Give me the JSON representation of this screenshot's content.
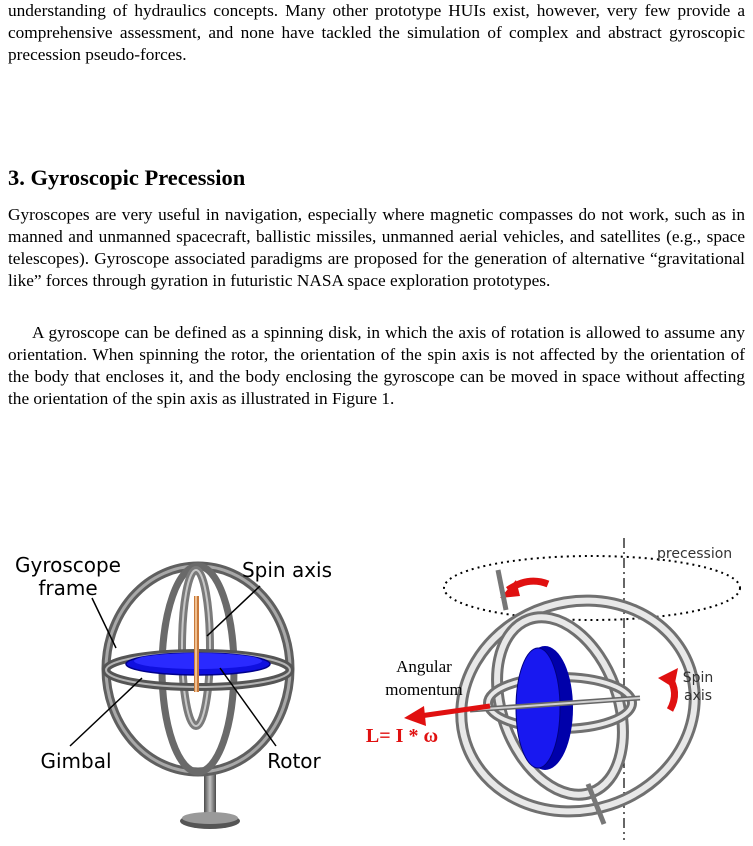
{
  "paper": {
    "paragraph_1": "understanding of hydraulics concepts. Many other prototype HUIs exist, however, very few provide a comprehensive assessment, and none have tackled the simulation of complex and abstract gyroscopic precession pseudo-forces.",
    "section_heading": "3. Gyroscopic Precession",
    "paragraph_2": "Gyroscopes are very useful in navigation, especially where magnetic compasses do not work, such as in manned and unmanned spacecraft, ballistic missiles, unmanned aerial vehicles, and satellites (e.g., space telescopes). Gyroscope associated paradigms are proposed for the generation of alternative “gravitational like” forces through gyration in futuristic NASA space exploration prototypes.",
    "paragraph_3": "A gyroscope can be defined as a spinning disk, in which the axis of rotation is allowed to assume any orientation. When spinning the rotor, the orientation of the spin axis is not affected by the orientation of the body that encloses it, and the body enclosing the gyroscope can be moved in space without affecting the orientation of the spin axis as illustrated in Figure 1."
  },
  "figure": {
    "left_labels": {
      "frame_line1": "Gyroscope",
      "frame_line2": "frame",
      "spin_axis": "Spin axis",
      "gimbal": "Gimbal",
      "rotor": "Rotor"
    },
    "right_labels": {
      "precession": "precession",
      "angular_line1": "Angular",
      "angular_line2": "momentum",
      "spin_line1": "Spin",
      "spin_line2": "axis",
      "formula": "L= I * ω"
    },
    "colors": {
      "rotor_blue": "#1010e0",
      "arrow_red": "#e01010",
      "frame_gray": "#8a8a8a"
    }
  }
}
